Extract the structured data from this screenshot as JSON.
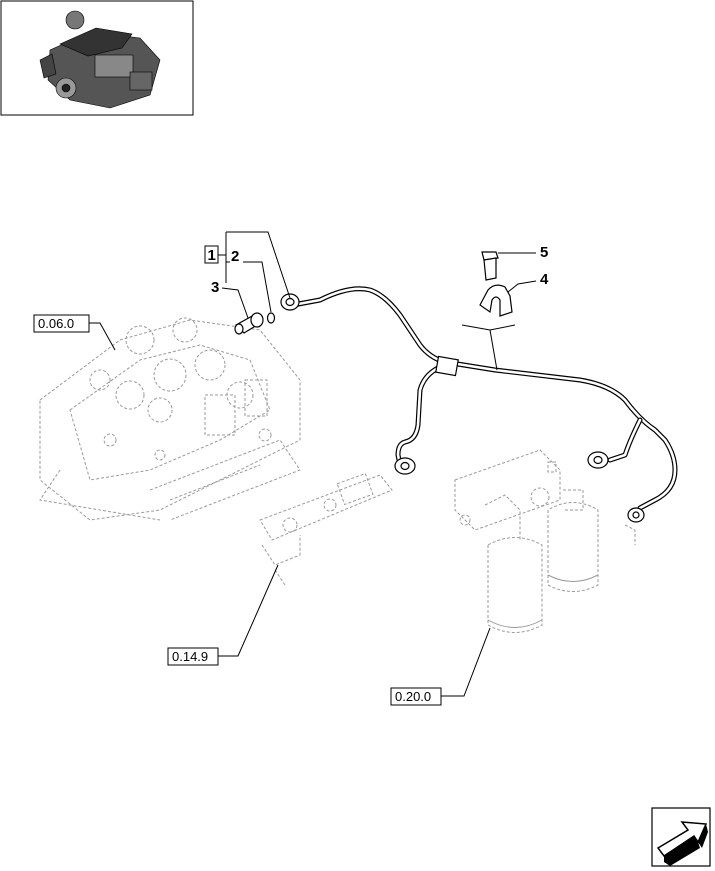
{
  "thumbnail": {
    "icon": "engine-thumbnail"
  },
  "callouts": {
    "group": "1",
    "p2": "2",
    "p3": "3",
    "p4": "4",
    "p5": "5"
  },
  "references": {
    "engine_block": "0.06.0",
    "fuel_rail": "0.14.9",
    "filter": "0.20.0"
  },
  "navigation": {
    "icon": "next-page-arrow-icon"
  }
}
